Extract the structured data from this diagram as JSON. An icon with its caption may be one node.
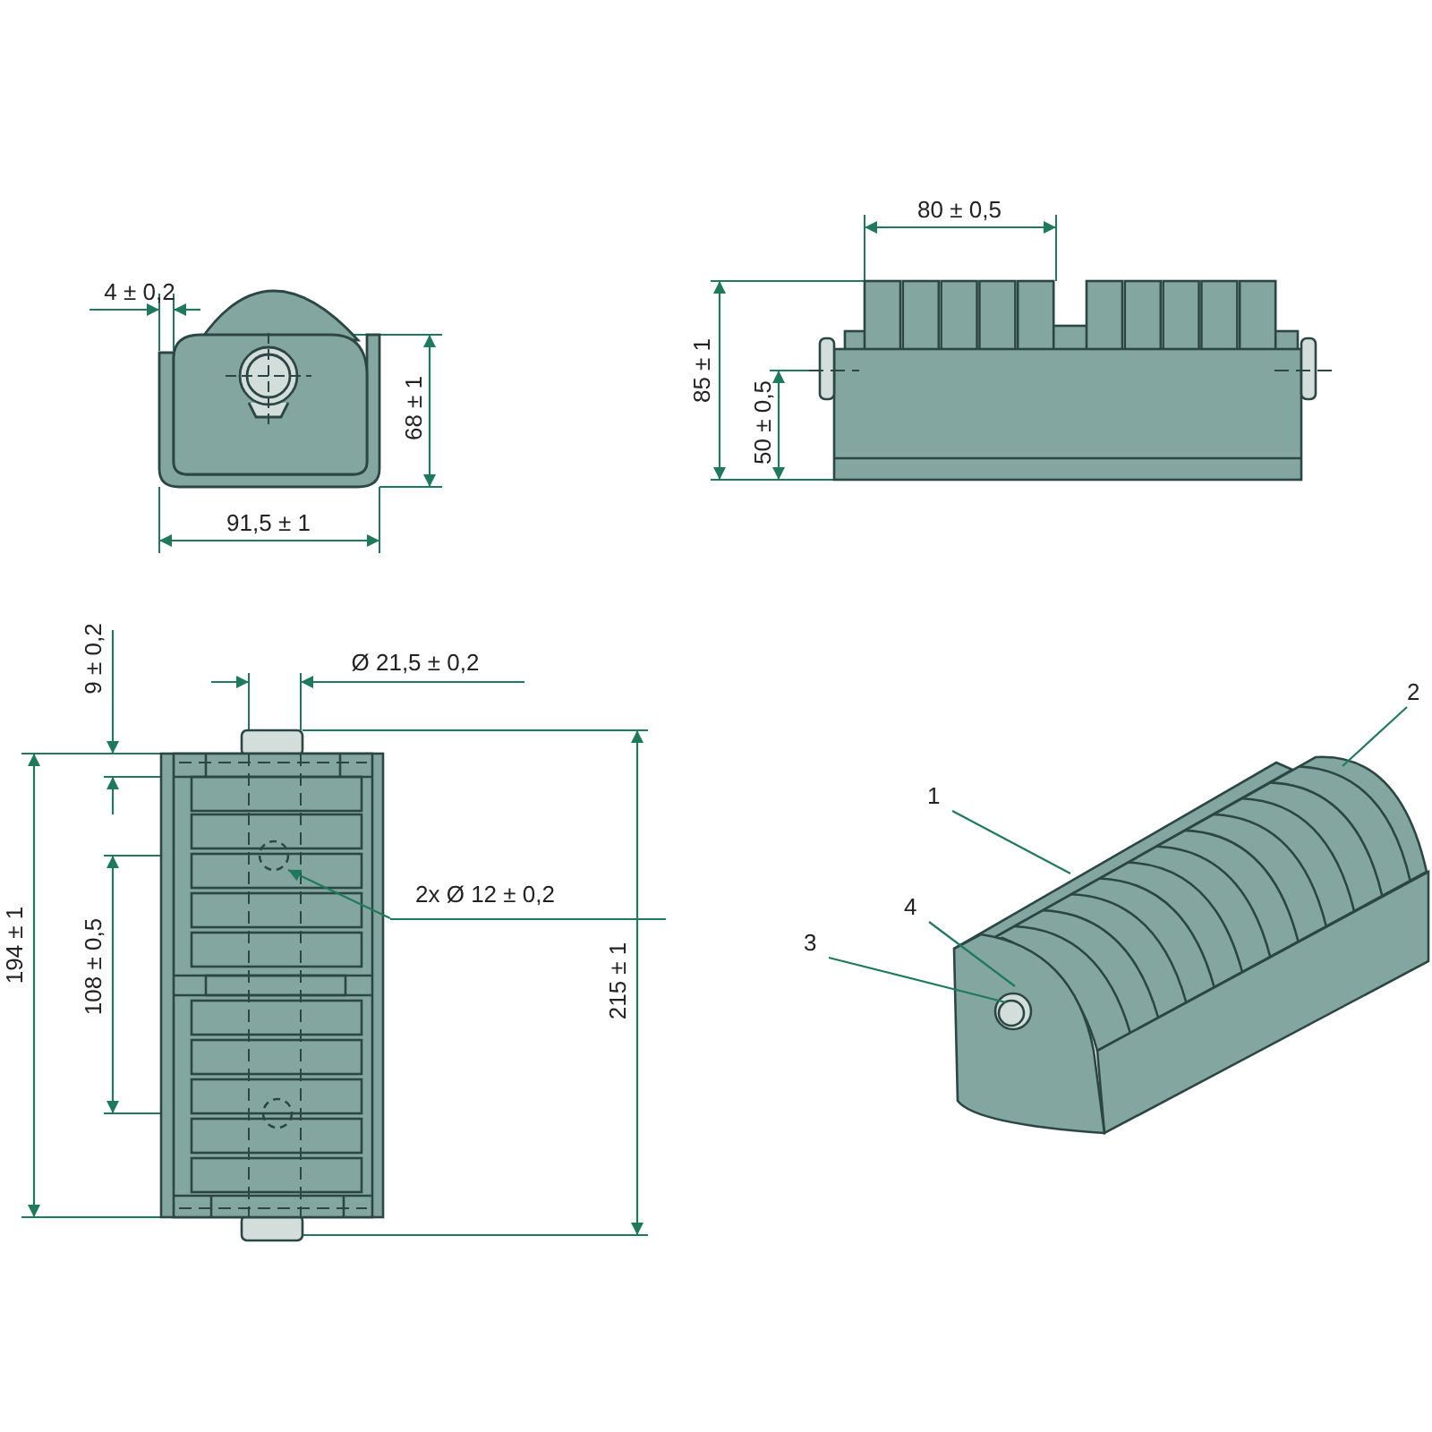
{
  "diagram": {
    "nodes": [
      {
        "text": [
          "2"
        ]
      },
      {
        "text": [
          "1"
        ]
      },
      {
        "text": [
          "2x Ø 12 ± 0,2"
        ]
      },
      {
        "text": [
          "4"
        ]
      },
      {
        "text": [
          "3"
        ]
      },
      {
        "text": [],
        "shape": "picture"
      },
      {
        "text": [],
        "shape": "circle"
      }
    ],
    "edges": [
      {
        "from": 0,
        "to": 5,
        "arrow": "none"
      },
      {
        "from": 1,
        "to": 5,
        "arrow": "none"
      },
      {
        "from": 2,
        "to": 6,
        "arrow": "to"
      },
      {
        "from": 3,
        "to": 5,
        "arrow": "none"
      },
      {
        "from": 4,
        "to": 5,
        "arrow": "none"
      }
    ],
    "labels": [
      "80 ± 0,5",
      "4 ± 0,2",
      "85 ± 1",
      "68 ± 1",
      "50 ± 0,5",
      "91,5 ± 1",
      "9 ± 0,2",
      "Ø 21,5 ± 0,2",
      "108 ± 0,5",
      "194 ± 1",
      "215 ± 1"
    ]
  }
}
